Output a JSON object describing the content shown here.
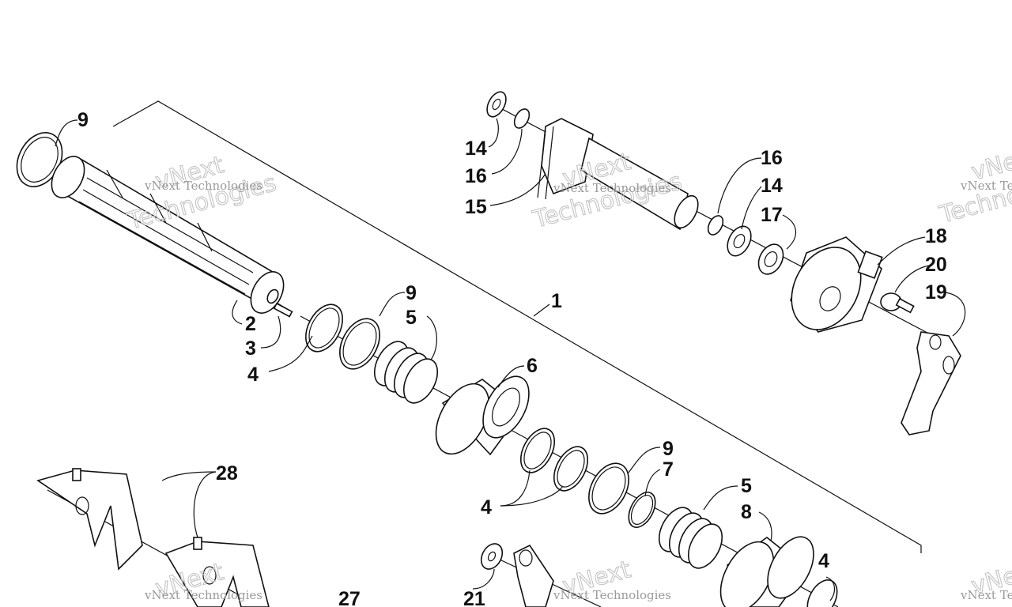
{
  "watermark": {
    "company": "vNext Technologies",
    "brand_word_1": "vNext",
    "brand_word_2": "Technologies"
  },
  "callouts": [
    {
      "id": "c9a",
      "text": "9"
    },
    {
      "id": "c2",
      "text": "2"
    },
    {
      "id": "c3",
      "text": "3"
    },
    {
      "id": "c4a",
      "text": "4"
    },
    {
      "id": "c9b",
      "text": "9"
    },
    {
      "id": "c5a",
      "text": "5"
    },
    {
      "id": "c1",
      "text": "1"
    },
    {
      "id": "c6",
      "text": "6"
    },
    {
      "id": "c9c",
      "text": "9"
    },
    {
      "id": "c7",
      "text": "7"
    },
    {
      "id": "c4b",
      "text": "4"
    },
    {
      "id": "c5b",
      "text": "5"
    },
    {
      "id": "c8",
      "text": "8"
    },
    {
      "id": "c4c",
      "text": "4"
    },
    {
      "id": "c14a",
      "text": "14"
    },
    {
      "id": "c16a",
      "text": "16"
    },
    {
      "id": "c15",
      "text": "15"
    },
    {
      "id": "c16b",
      "text": "16"
    },
    {
      "id": "c14b",
      "text": "14"
    },
    {
      "id": "c17",
      "text": "17"
    },
    {
      "id": "c18",
      "text": "18"
    },
    {
      "id": "c20",
      "text": "20"
    },
    {
      "id": "c19",
      "text": "19"
    },
    {
      "id": "c28",
      "text": "28"
    },
    {
      "id": "c27",
      "text": "27"
    },
    {
      "id": "c21",
      "text": "21"
    }
  ]
}
